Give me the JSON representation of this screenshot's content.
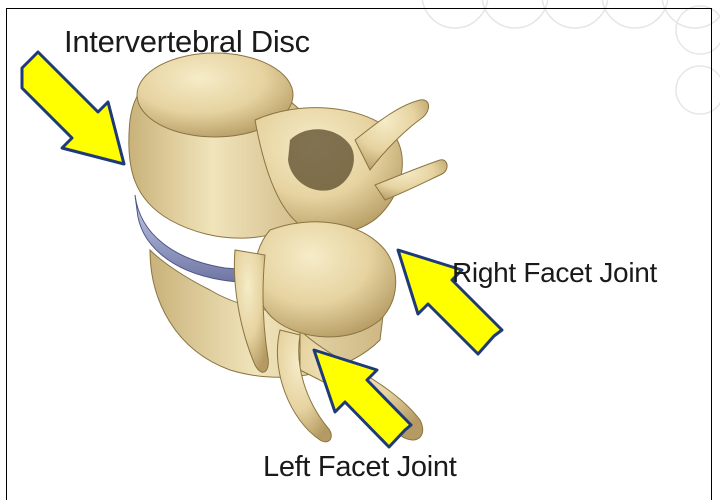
{
  "labels": {
    "disc": "Intervertebral Disc",
    "right_facet": "Right Facet Joint",
    "left_facet": "Left Facet Joint"
  },
  "colors": {
    "bone": "#e8d8a8",
    "bone_shadow": "#b39b62",
    "disc": "#a8aed0",
    "arrow_fill": "#ffff00",
    "arrow_outline": "#1f3a78",
    "frame": "#000000"
  },
  "arrows": [
    "arrow-to-disc",
    "arrow-to-right-facet",
    "arrow-to-left-facet"
  ]
}
